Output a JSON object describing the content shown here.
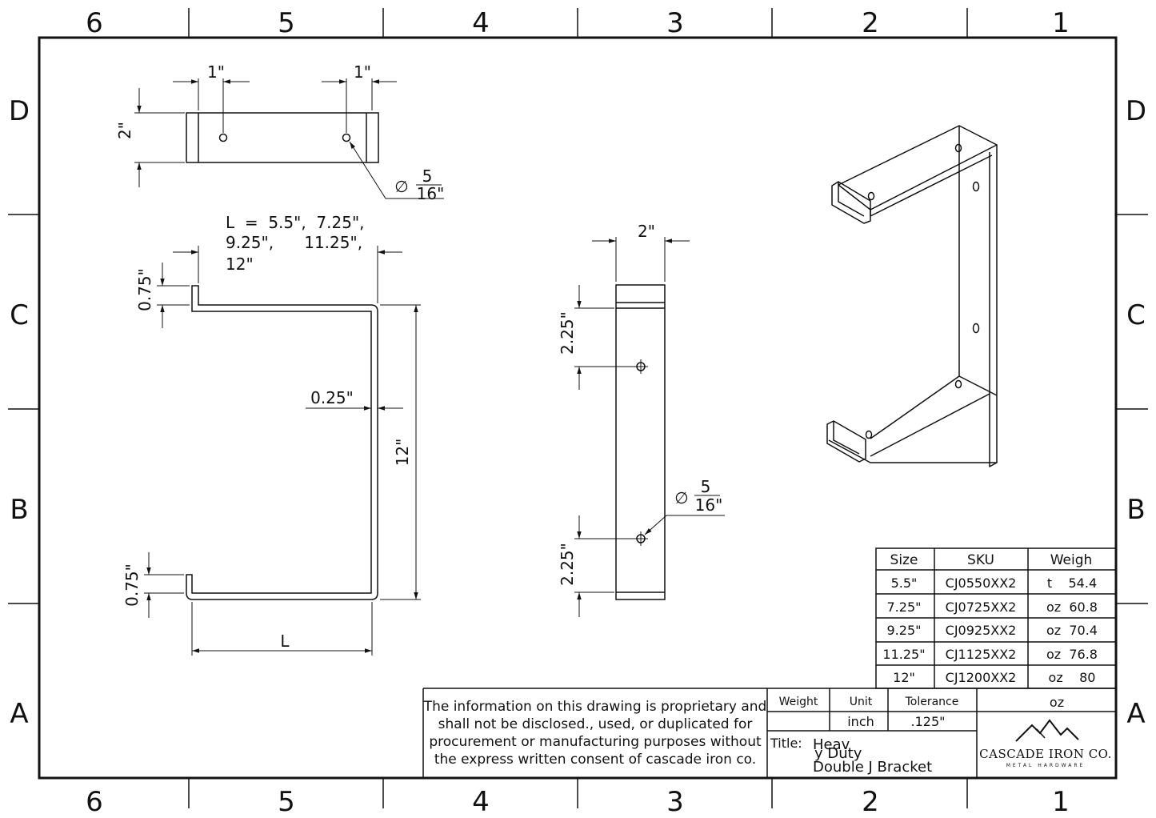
{
  "zones": {
    "columns": [
      "6",
      "5",
      "4",
      "3",
      "2",
      "1"
    ],
    "rows": [
      "D",
      "C",
      "B",
      "A"
    ]
  },
  "top_view": {
    "hole_offset_left": "1\"",
    "hole_offset_right": "1\"",
    "width": "2\"",
    "hole_dia_num": "5",
    "hole_dia_den": "16\""
  },
  "side_view": {
    "length_line1": "L  =  5.5\",  7.25\",",
    "length_line2": "9.25\",      11.25\",",
    "length_line3": "12\"",
    "lip": "0.75\"",
    "thickness": "0.25\"",
    "height": "12\"",
    "lip_bottom": "0.75\"",
    "length_symbol": "L"
  },
  "front_view": {
    "width": "2\"",
    "hole_from_top": "2.25\"",
    "hole_from_bottom": "2.25\"",
    "hole_dia_num": "5",
    "hole_dia_den": "16\""
  },
  "size_table": {
    "headers": [
      "Size",
      "SKU",
      "Weigh"
    ],
    "rows": [
      [
        "5.5\"",
        "CJ0550XX2",
        "t    54.4"
      ],
      [
        "7.25\"",
        "CJ0725XX2",
        "oz  60.8"
      ],
      [
        "9.25\"",
        "CJ0925XX2",
        "oz  70.4"
      ],
      [
        "11.25\"",
        "CJ1125XX2",
        "oz  76.8"
      ],
      [
        "12\"",
        "CJ1200XX2",
        "oz    80"
      ]
    ]
  },
  "title_block": {
    "disclaimer": [
      "The information on this drawing is proprietary and",
      "shall not be disclosed., used, or duplicated for",
      "procurement or manufacturing purposes without",
      "the express written consent of cascade iron co."
    ],
    "weight_label": "Weight",
    "unit_label": "Unit",
    "tolerance_label": "Tolerance",
    "unit_value": "inch",
    "tolerance_value": ".125\"",
    "weight_unit": "oz",
    "title_label": "Title:",
    "title_line1": "Heav",
    "title_line2": "y Duty",
    "title_line3": "Double J Bracket",
    "company_name": "CASCADE IRON CO.",
    "company_tagline": "METAL HARDWARE"
  }
}
